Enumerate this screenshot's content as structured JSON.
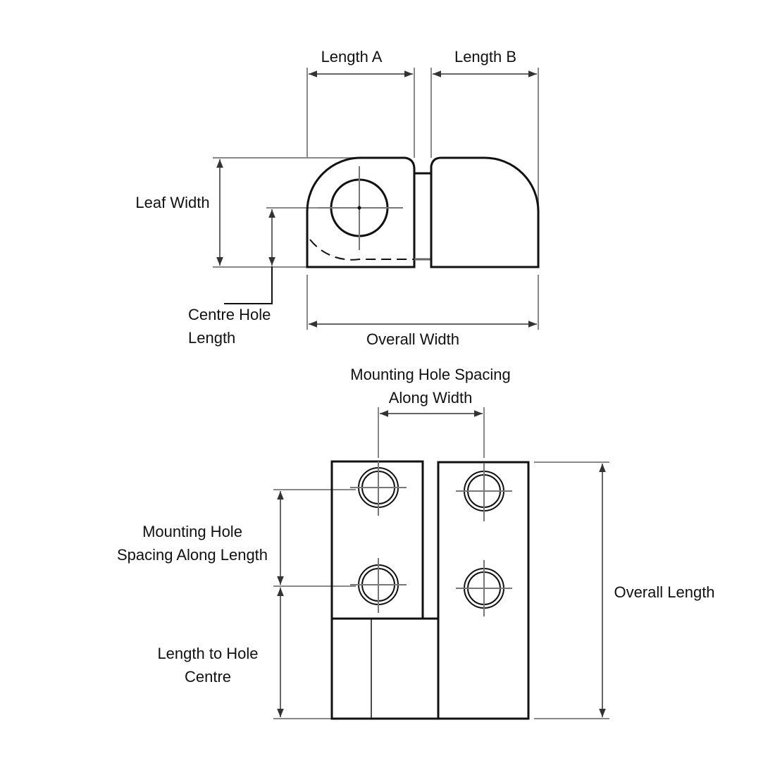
{
  "top_view": {
    "length_a": "Length A",
    "length_b": "Length B",
    "leaf_width": "Leaf Width",
    "centre_hole_length_line1": "Centre Hole",
    "centre_hole_length_line2": "Length",
    "overall_width": "Overall Width"
  },
  "bottom_view": {
    "mounting_spacing_width_line1": "Mounting Hole Spacing",
    "mounting_spacing_width_line2": "Along Width",
    "mounting_spacing_length_line1": "Mounting Hole",
    "mounting_spacing_length_line2": "Spacing Along Length",
    "length_to_hole_line1": "Length to Hole",
    "length_to_hole_line2": "Centre",
    "overall_length": "Overall Length"
  }
}
